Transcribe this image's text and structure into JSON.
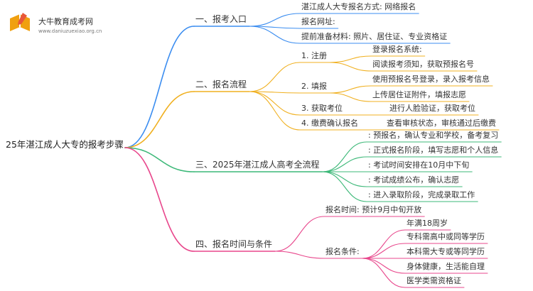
{
  "logo": {
    "title": "大牛教育成考网",
    "url": "www.daniuzuexiao.org.cn",
    "colors": {
      "book": "#f0a010",
      "accent": "#e8573a"
    }
  },
  "root": {
    "label": "25年湛江成人大专的报考步骤"
  },
  "colors": {
    "branch1": "#3b8df0",
    "branch2": "#f0b020",
    "branch3": "#3cb878",
    "branch4": "#e8478c"
  },
  "branches": [
    {
      "label": "一、报考入口",
      "children": [
        {
          "label": "湛江成人大专报名方式: 网络报名"
        },
        {
          "label": "报名网址:"
        },
        {
          "label": "提前准备材料: 照片、居住证、专业资格证"
        }
      ]
    },
    {
      "label": "二、报名流程",
      "children": [
        {
          "label": "1. 注册",
          "children": [
            {
              "label": "登录报名系统:"
            },
            {
              "label": "阅读报考须知，获取预报名号"
            }
          ]
        },
        {
          "label": "2. 填报",
          "children": [
            {
              "label": "使用预报名号登录，录入报考信息"
            },
            {
              "label": "上传居住证附件，填报志愿"
            }
          ]
        },
        {
          "label": "3. 获取考位",
          "children": [
            {
              "label": "进行人脸验证，获取考位"
            }
          ]
        },
        {
          "label": "4. 缴费确认报名",
          "children": [
            {
              "label": "查看审核状态，审核通过后缴费"
            }
          ]
        }
      ]
    },
    {
      "label": "三、2025年湛江成人高考全流程",
      "children": [
        {
          "label": ": 预报名，确认专业和学校，备考复习"
        },
        {
          "label": ": 正式报名阶段，填写志愿和个人信息"
        },
        {
          "label": ": 考试时间安排在10月中下旬"
        },
        {
          "label": ": 考试成绩公布，确认志愿"
        },
        {
          "label": ": 进入录取阶段，完成录取工作"
        }
      ]
    },
    {
      "label": "四、报名时间与条件",
      "children": [
        {
          "label": "报名时间: 预计9月中旬开放"
        },
        {
          "label": "报名条件:",
          "children": [
            {
              "label": "年满18周岁"
            },
            {
              "label": "专科需高中或同等学历"
            },
            {
              "label": "本科需大专或等同学历"
            },
            {
              "label": "身体健康，生活能自理"
            },
            {
              "label": "医学类需资格证"
            }
          ]
        }
      ]
    }
  ]
}
